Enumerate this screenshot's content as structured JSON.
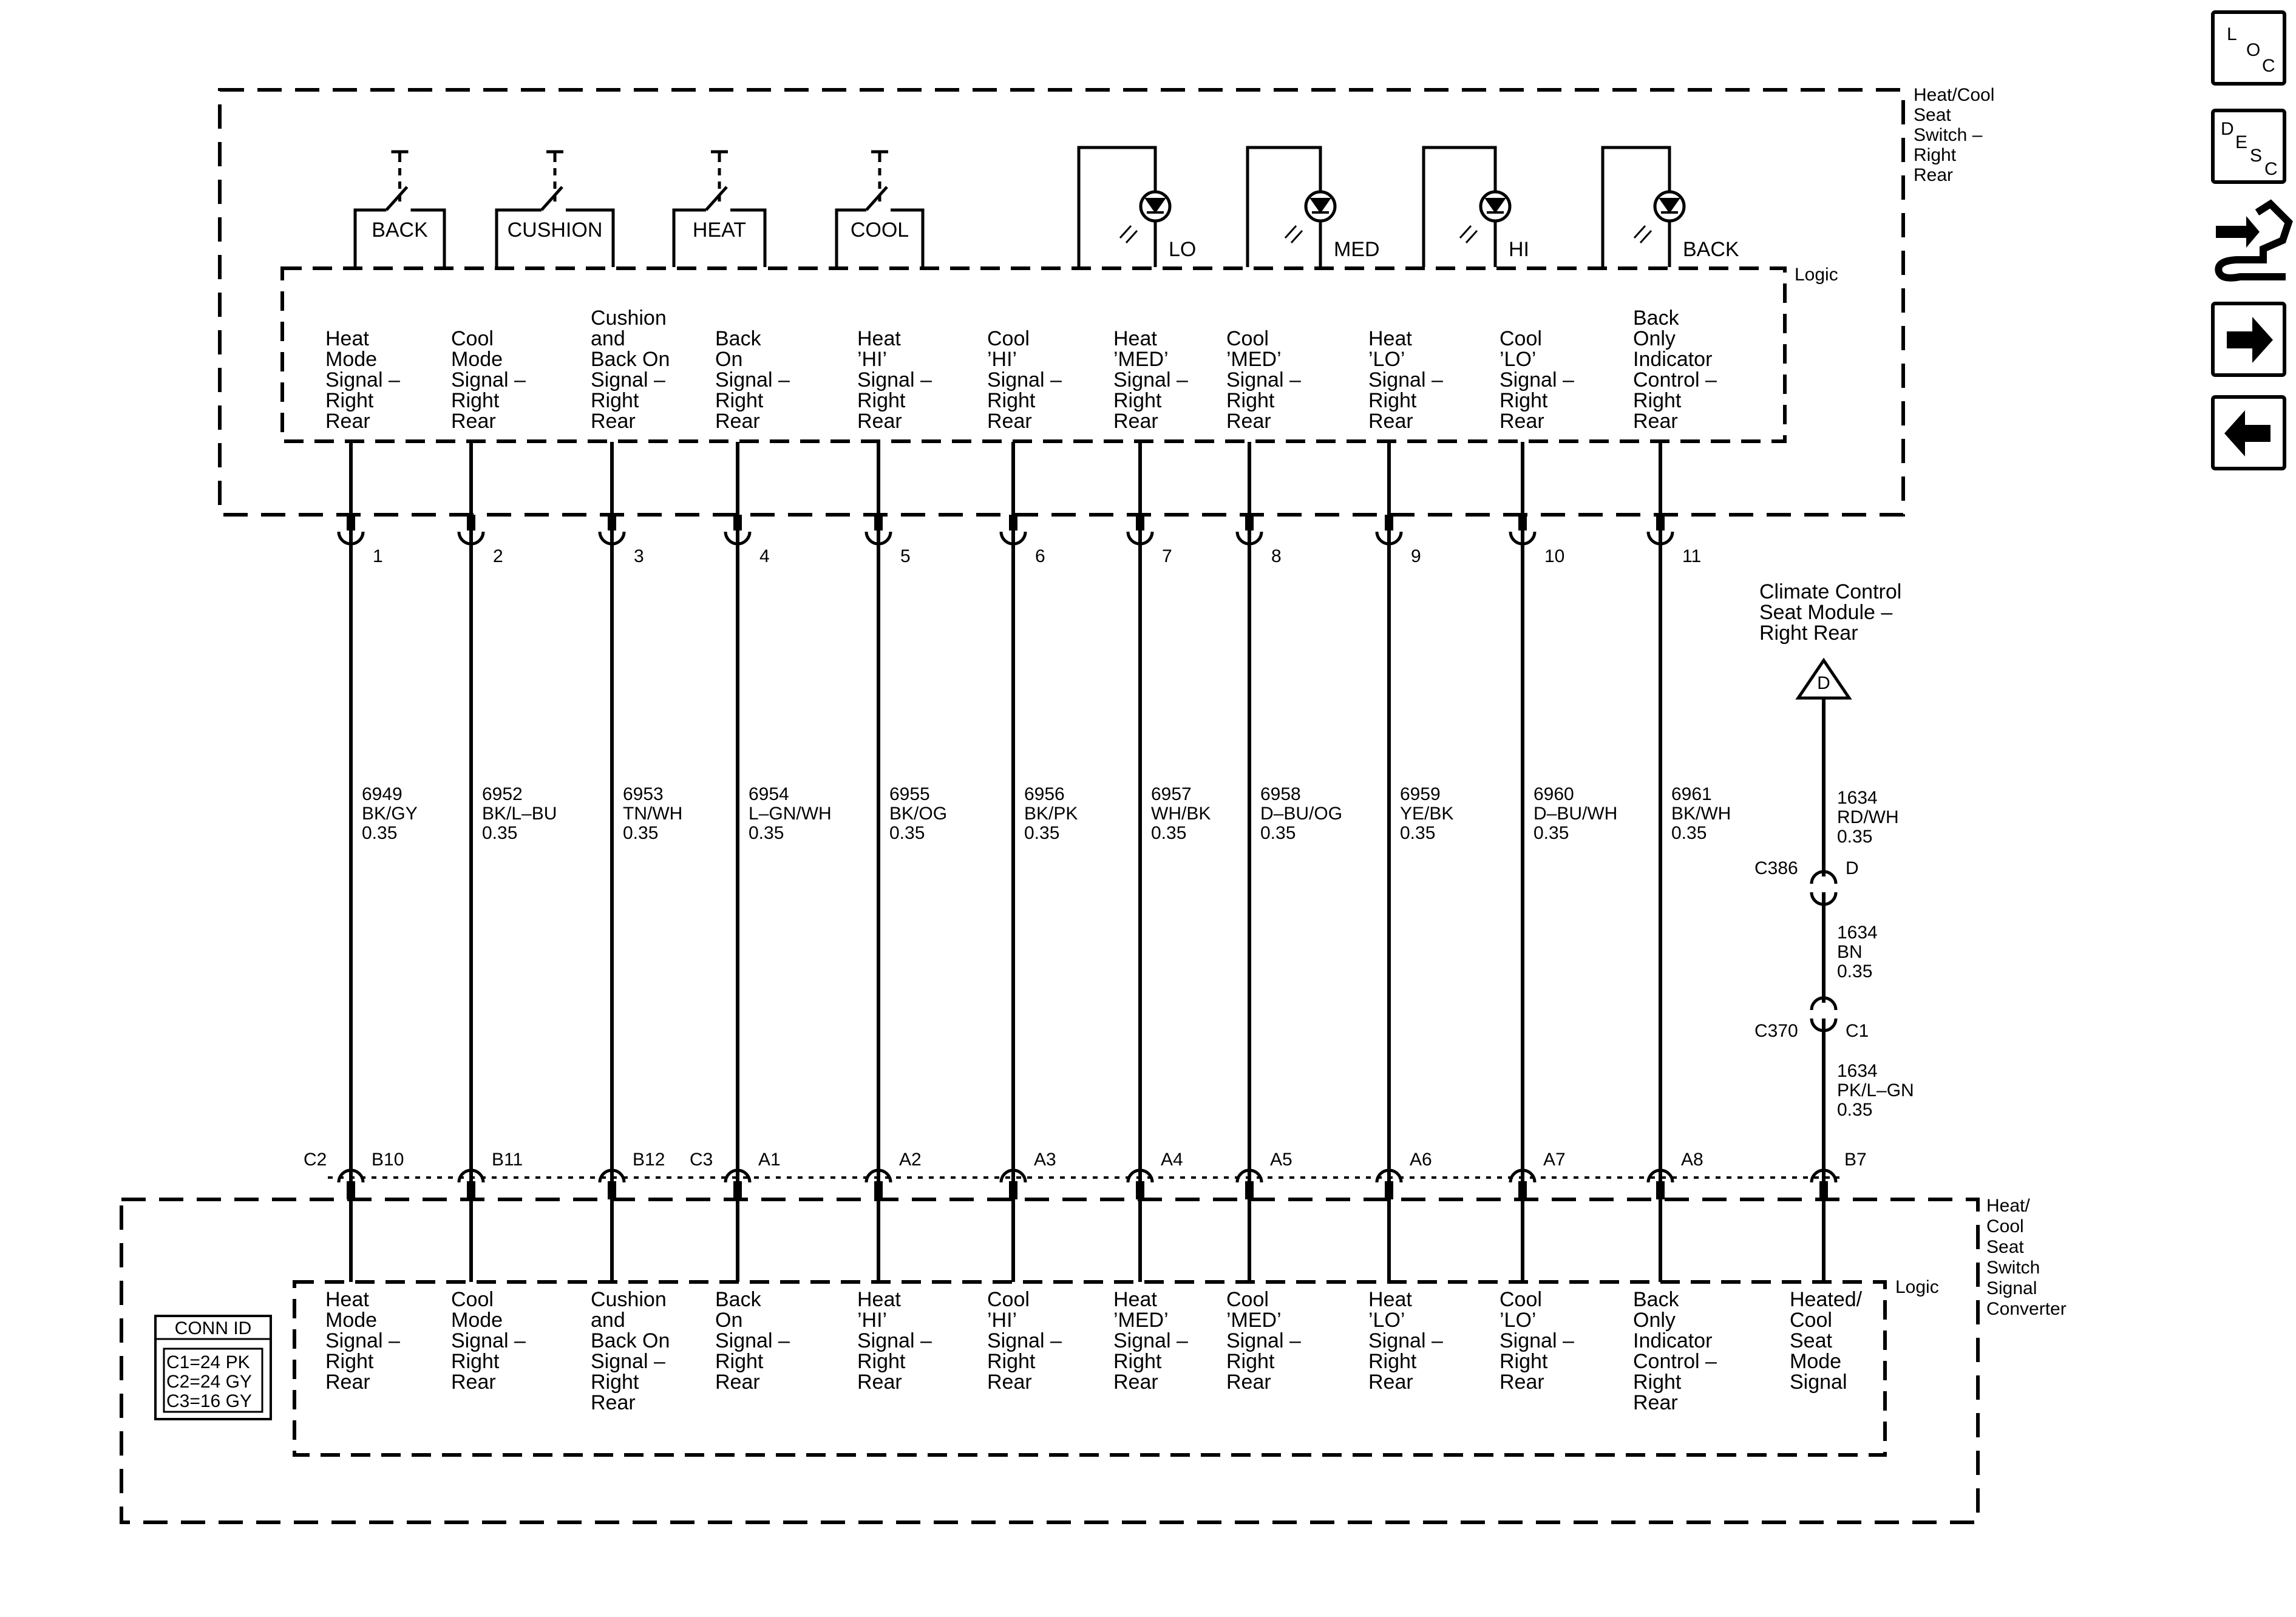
{
  "top_module": {
    "name": [
      "Heat/Cool",
      "Seat",
      "Switch –",
      "Right",
      "Rear"
    ],
    "logic": "Logic",
    "switches": [
      "BACK",
      "CUSHION",
      "HEAT",
      "COOL"
    ],
    "indicators": [
      "LO",
      "MED",
      "HI",
      "BACK"
    ],
    "circuits": [
      [
        "Heat",
        "Mode",
        "Signal –",
        "Right",
        "Rear"
      ],
      [
        "Cool",
        "Mode",
        "Signal –",
        "Right",
        "Rear"
      ],
      [
        "Cushion",
        "and",
        "Back On",
        "Signal –",
        "Right",
        "Rear"
      ],
      [
        "Back",
        "On",
        "Signal –",
        "Right",
        "Rear"
      ],
      [
        "Heat",
        "’HI’",
        "Signal –",
        "Right",
        "Rear"
      ],
      [
        "Cool",
        "’HI’",
        "Signal –",
        "Right",
        "Rear"
      ],
      [
        "Heat",
        "’MED’",
        "Signal –",
        "Right",
        "Rear"
      ],
      [
        "Cool",
        "’MED’",
        "Signal –",
        "Right",
        "Rear"
      ],
      [
        "Heat",
        "’LO’",
        "Signal –",
        "Right",
        "Rear"
      ],
      [
        "Cool",
        "’LO’",
        "Signal –",
        "Right",
        "Rear"
      ],
      [
        "Back",
        "Only",
        "Indicator",
        "Control –",
        "Right",
        "Rear"
      ]
    ]
  },
  "pins": [
    "1",
    "2",
    "3",
    "4",
    "5",
    "6",
    "7",
    "8",
    "9",
    "10",
    "11"
  ],
  "wires": [
    [
      "6949",
      "BK/GY",
      "0.35"
    ],
    [
      "6952",
      "BK/L–BU",
      "0.35"
    ],
    [
      "6953",
      "TN/WH",
      "0.35"
    ],
    [
      "6954",
      "L–GN/WH",
      "0.35"
    ],
    [
      "6955",
      "BK/OG",
      "0.35"
    ],
    [
      "6956",
      "BK/PK",
      "0.35"
    ],
    [
      "6957",
      "WH/BK",
      "0.35"
    ],
    [
      "6958",
      "D–BU/OG",
      "0.35"
    ],
    [
      "6959",
      "YE/BK",
      "0.35"
    ],
    [
      "6960",
      "D–BU/WH",
      "0.35"
    ],
    [
      "6961",
      "BK/WH",
      "0.35"
    ]
  ],
  "right_branch": {
    "module": [
      "Climate Control",
      "Seat Module –",
      "Right Rear"
    ],
    "ref_letter": "D",
    "seg1": [
      "1634",
      "RD/WH",
      "0.35"
    ],
    "conn1": "C386",
    "conn1_pin": "D",
    "seg2": [
      "1634",
      "BN",
      "0.35"
    ],
    "conn2": "C370",
    "conn2_pin": "C1",
    "seg3": [
      "1634",
      "PK/L–GN",
      "0.35"
    ]
  },
  "bottom_pins": [
    "B10",
    "B11",
    "B12",
    "A1",
    "A2",
    "A3",
    "A4",
    "A5",
    "A6",
    "A7",
    "A8",
    "B7"
  ],
  "bottom_connectors": [
    "C2",
    "C3"
  ],
  "bottom_module": {
    "name": [
      "Heat/",
      "Cool",
      "Seat",
      "Switch",
      "Signal",
      "Converter"
    ],
    "logic": "Logic",
    "circuits": [
      [
        "Heat",
        "Mode",
        "Signal –",
        "Right",
        "Rear"
      ],
      [
        "Cool",
        "Mode",
        "Signal –",
        "Right",
        "Rear"
      ],
      [
        "Cushion",
        "and",
        "Back On",
        "Signal –",
        "Right",
        "Rear"
      ],
      [
        "Back",
        "On",
        "Signal –",
        "Right",
        "Rear"
      ],
      [
        "Heat",
        "’HI’",
        "Signal –",
        "Right",
        "Rear"
      ],
      [
        "Cool",
        "’HI’",
        "Signal –",
        "Right",
        "Rear"
      ],
      [
        "Heat",
        "’MED’",
        "Signal –",
        "Right",
        "Rear"
      ],
      [
        "Cool",
        "’MED’",
        "Signal –",
        "Right",
        "Rear"
      ],
      [
        "Heat",
        "’LO’",
        "Signal –",
        "Right",
        "Rear"
      ],
      [
        "Cool",
        "’LO’",
        "Signal –",
        "Right",
        "Rear"
      ],
      [
        "Back",
        "Only",
        "Indicator",
        "Control –",
        "Right",
        "Rear"
      ],
      [
        "Heated/",
        "Cool",
        "Seat",
        "Mode",
        "Signal"
      ]
    ]
  },
  "conn_id": {
    "title": "CONN ID",
    "rows": [
      "C1=24 PK",
      "C2=24 GY",
      "C3=16 GY"
    ]
  },
  "nav": {
    "loc": [
      "L",
      "O",
      "C"
    ],
    "desc": [
      "D",
      "E",
      "S",
      "C"
    ],
    "icons": [
      "connector-tool-icon",
      "arrow-right-icon",
      "arrow-left-icon"
    ]
  }
}
